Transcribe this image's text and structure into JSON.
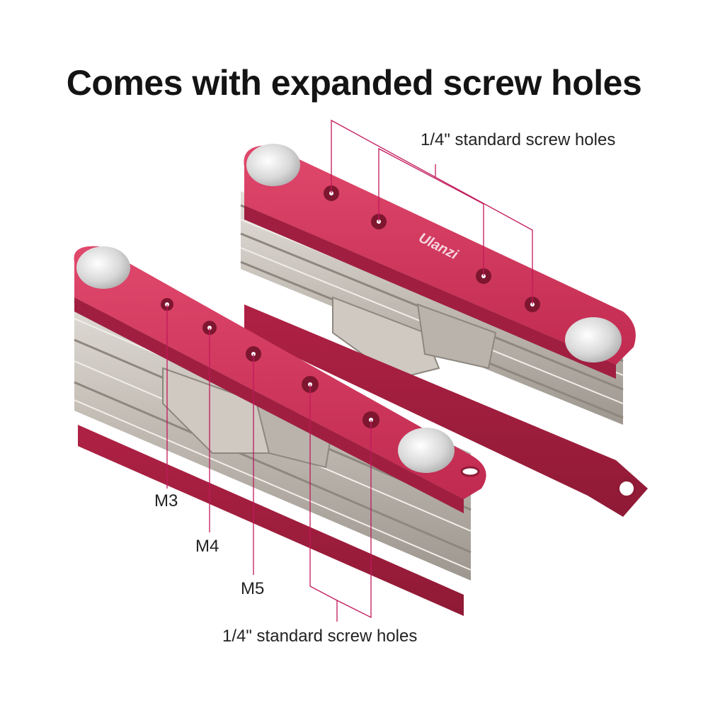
{
  "headline": "Comes with expanded screw holes",
  "brand_logo_text": "Ulanzi",
  "labels": {
    "top_standard_holes": "1/4\" standard screw holes",
    "bottom_standard_holes": "1/4\" standard screw holes",
    "m3": "M3",
    "m4": "M4",
    "m5": "M5"
  },
  "colors": {
    "body_red": "#cf2f55",
    "body_red_dark": "#9e1e3c",
    "steel": "#c9c4bd",
    "steel_dark": "#8f8a83",
    "callout_line": "#c2185b",
    "background": "#ffffff"
  }
}
